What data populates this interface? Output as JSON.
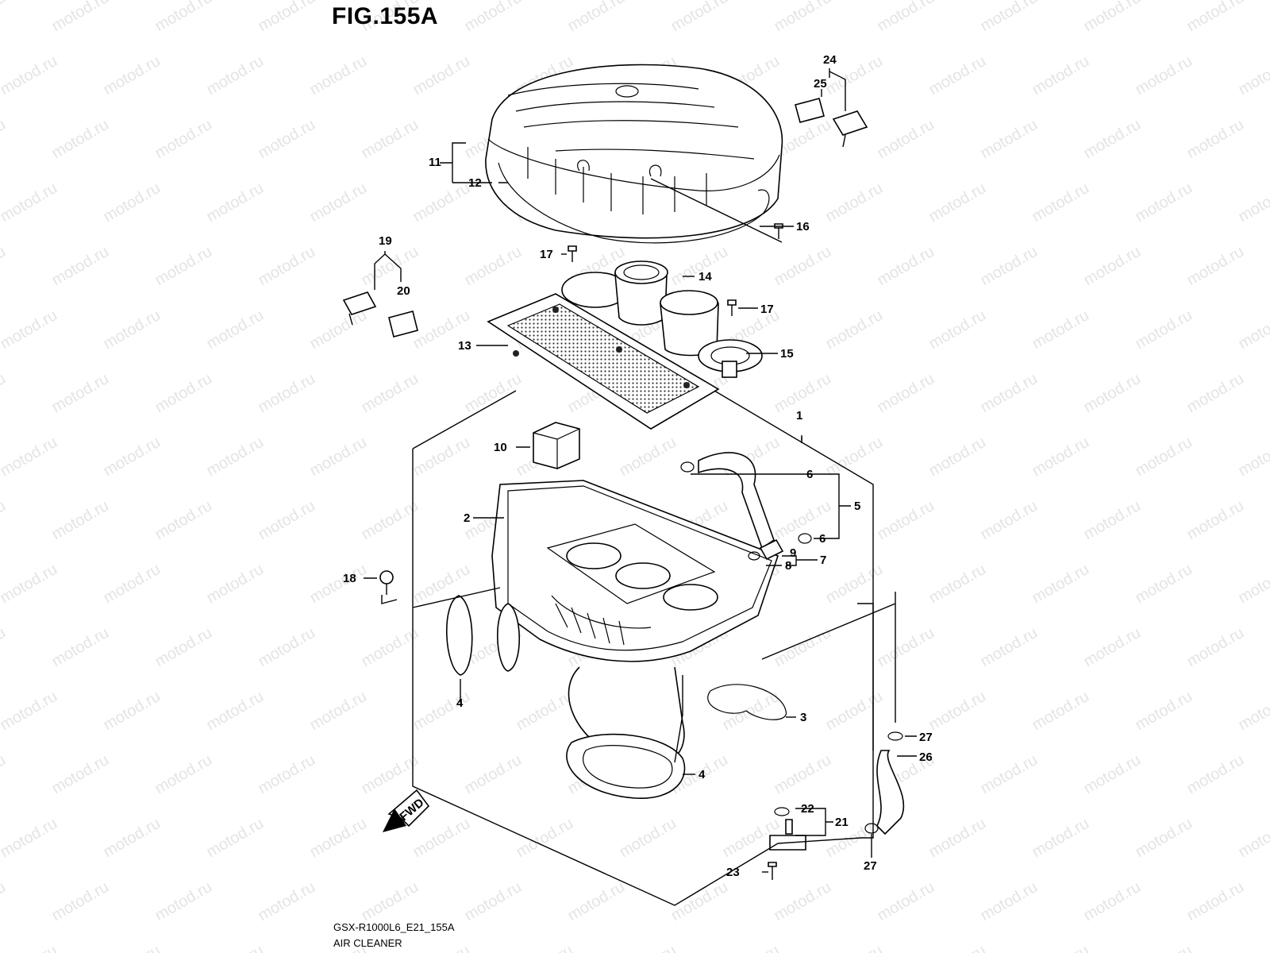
{
  "figure": {
    "title": "FIG.155A",
    "model_code": "GSX-R1000L6_E21_155A",
    "section_name": "AIR CLEANER"
  },
  "watermark": "motod.ru",
  "fwd_badge": "FWD",
  "callouts": {
    "c1": "1",
    "c2": "2",
    "c3": "3",
    "c4a": "4",
    "c4b": "4",
    "c5": "5",
    "c6a": "6",
    "c6b": "6",
    "c7": "7",
    "c8": "8",
    "c9": "9",
    "c10": "10",
    "c11": "11",
    "c12": "12",
    "c13": "13",
    "c14": "14",
    "c15": "15",
    "c16": "16",
    "c17a": "17",
    "c17b": "17",
    "c18": "18",
    "c19": "19",
    "c20": "20",
    "c21": "21",
    "c22": "22",
    "c23": "23",
    "c24": "24",
    "c25": "25",
    "c26": "26",
    "c27a": "27",
    "c27b": "27"
  }
}
